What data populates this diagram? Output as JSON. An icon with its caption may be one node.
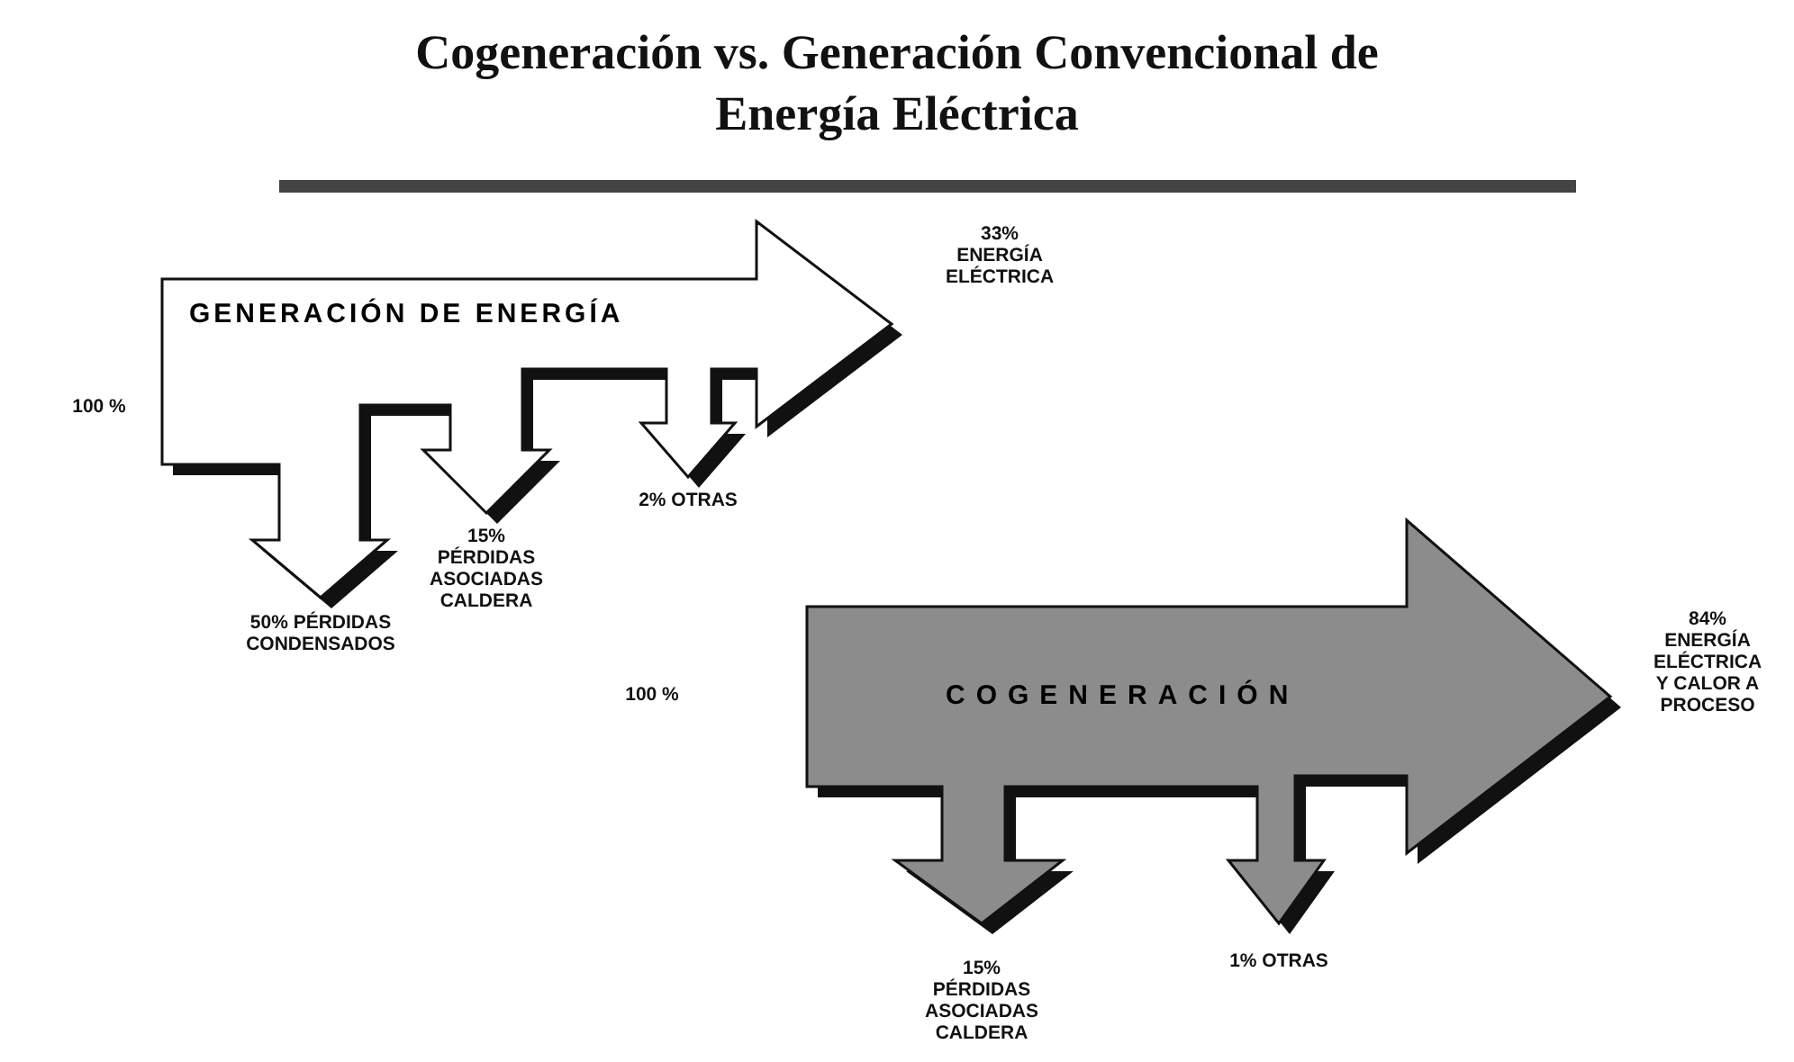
{
  "diagram": {
    "title": "Cogeneración vs. Generación Convencional de Energía Eléctrica",
    "nodes": [
      {
        "text": [
          "GENERACIÓN DE ENERGÍA"
        ]
      },
      {
        "text": [
          "COGENERACIÓN"
        ]
      }
    ],
    "labels": [
      "33% ENERGÍA ELÉCTRICA",
      "100 %",
      "15% PÉRDIDAS ASOCIADAS CALDERA",
      "2% OTRAS",
      "50% PÉRDIDAS CONDENSADOS",
      "100 %",
      "84% ENERGÍA ELÉCTRICA Y CALOR A PROCESO",
      "15% PÉRDIDAS ASOCIADAS CALDERA",
      "1% OTRAS"
    ]
  }
}
